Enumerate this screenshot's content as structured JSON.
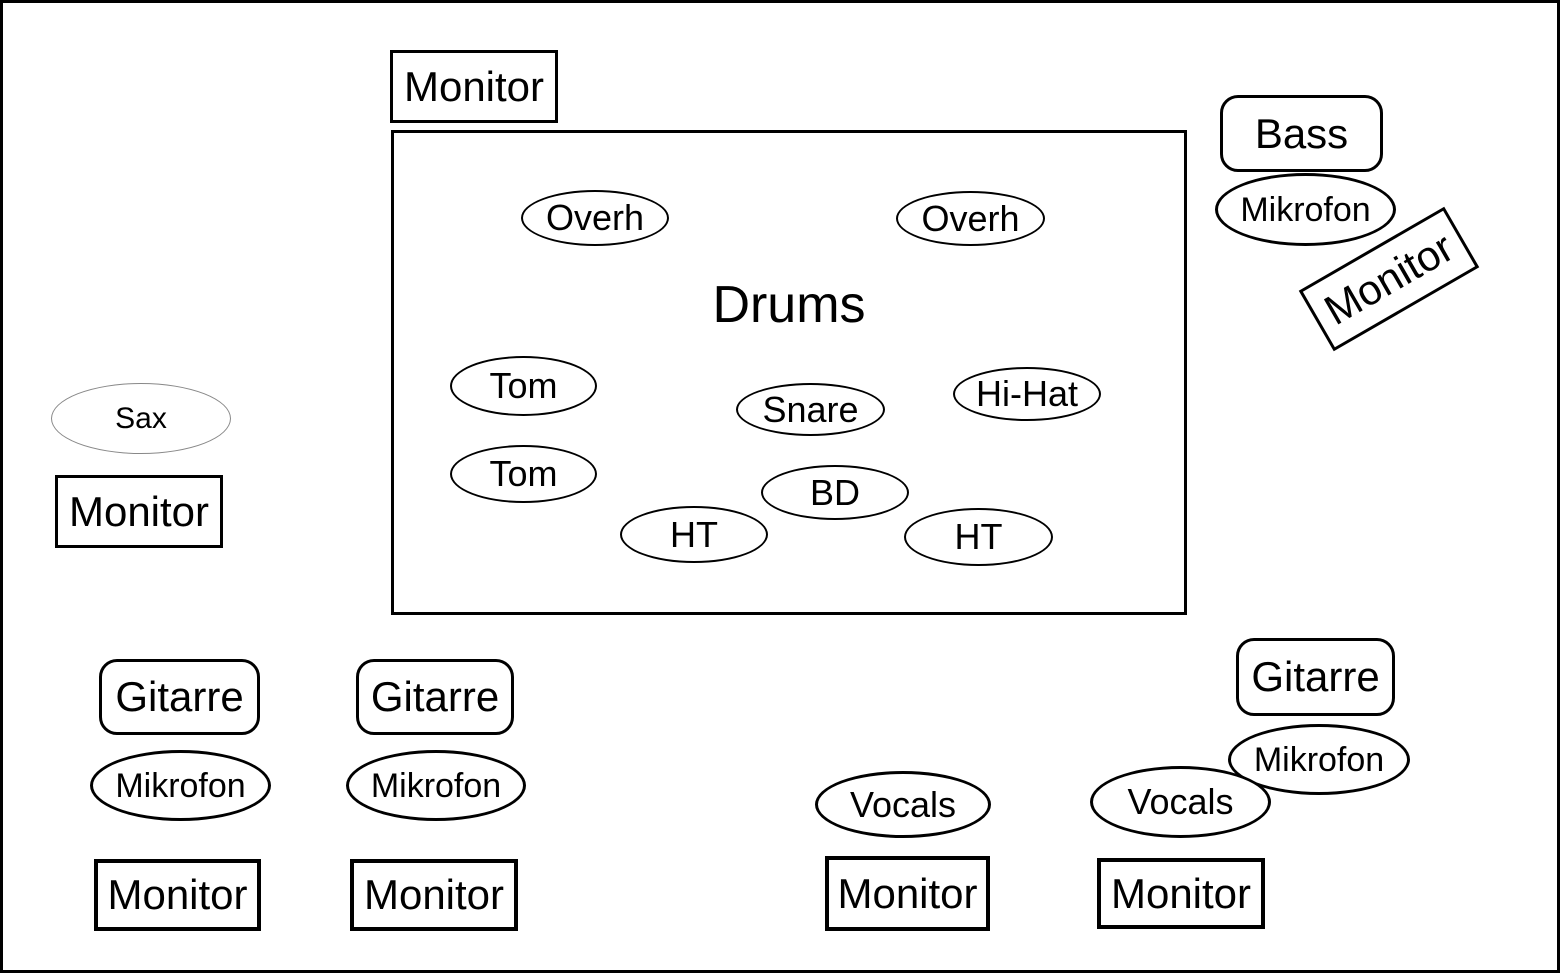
{
  "diagram": {
    "type": "stage-plot",
    "background_color": "#ffffff",
    "line_color": "#000000",
    "sax_outline_color": "#888888"
  },
  "drums": {
    "title": "Drums",
    "mics": {
      "overh_left": "Overh",
      "overh_right": "Overh",
      "tom_upper": "Tom",
      "tom_lower": "Tom",
      "snare": "Snare",
      "hi_hat": "Hi-Hat",
      "bd": "BD",
      "ht_left": "HT",
      "ht_right": "HT"
    }
  },
  "monitors": {
    "top": "Monitor",
    "bass_rotated": "Monitor",
    "sax": "Monitor",
    "gitarre_1": "Monitor",
    "gitarre_2": "Monitor",
    "vocals_1": "Monitor",
    "vocals_2": "Monitor"
  },
  "instruments": {
    "bass": "Bass",
    "sax": "Sax",
    "gitarre_1": "Gitarre",
    "gitarre_2": "Gitarre",
    "gitarre_3": "Gitarre",
    "vocals_1": "Vocals",
    "vocals_2": "Vocals"
  },
  "microphones": {
    "bass": "Mikrofon",
    "gitarre_1": "Mikrofon",
    "gitarre_2": "Mikrofon",
    "gitarre_3": "Mikrofon"
  }
}
